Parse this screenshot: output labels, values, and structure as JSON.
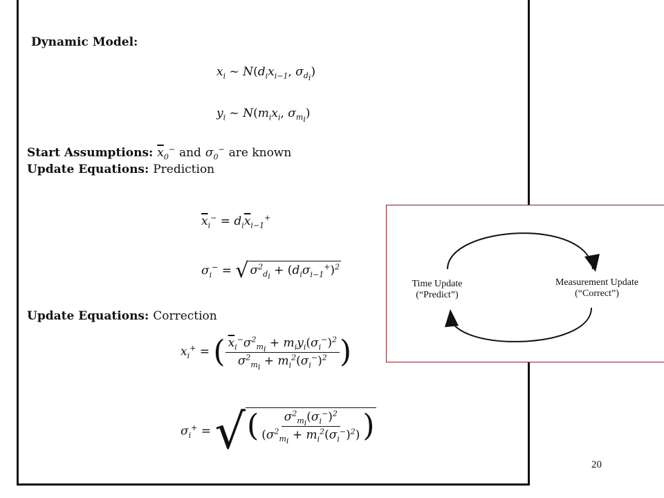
{
  "slide": {
    "page_number": "20"
  },
  "document": {
    "dynamic_model_heading": "Dynamic Model:",
    "start_assumptions_heading": "Start Assumptions:",
    "start_assumptions_and": "and",
    "start_assumptions_tail": "are known",
    "update_heading_1": "Update Equations:",
    "update_label_1": "Prediction",
    "update_heading_2": "Update Equations:",
    "update_label_2": "Correction"
  },
  "diagram": {
    "left_label_line1": "Time Update",
    "left_label_line2": "(“Predict”)",
    "right_label_line1": "Measurement Update",
    "right_label_line2": "(“Correct”)",
    "border_color": "#8a1c2c"
  }
}
